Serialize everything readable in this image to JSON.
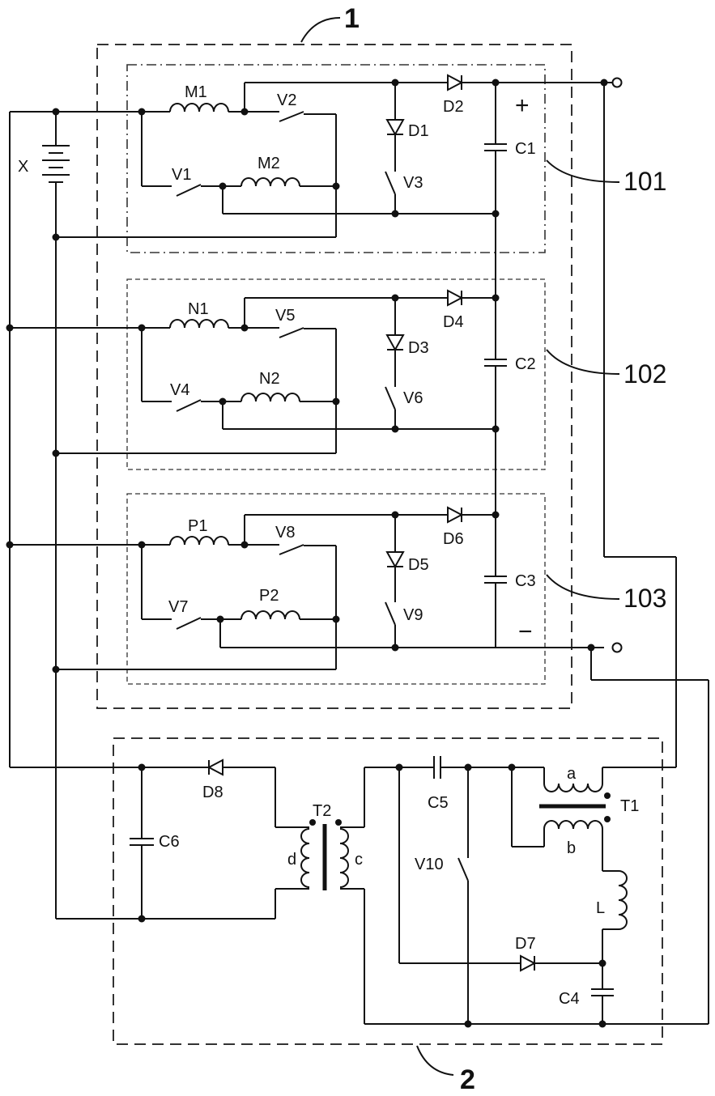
{
  "blocks": {
    "outer_top": "1",
    "outer_bottom": "2",
    "sub1": "101",
    "sub2": "102",
    "sub3": "103"
  },
  "labels": {
    "X": "X",
    "M1": "M1",
    "M2": "M2",
    "V1": "V1",
    "V2": "V2",
    "V3": "V3",
    "D1": "D1",
    "D2": "D2",
    "C1": "C1",
    "N1": "N1",
    "N2": "N2",
    "V4": "V4",
    "V5": "V5",
    "V6": "V6",
    "D3": "D3",
    "D4": "D4",
    "C2": "C2",
    "P1": "P1",
    "P2": "P2",
    "V7": "V7",
    "V8": "V8",
    "V9": "V9",
    "D5": "D5",
    "D6": "D6",
    "C3": "C3",
    "D8": "D8",
    "C6": "C6",
    "T2": "T2",
    "d": "d",
    "c": "c",
    "C5": "C5",
    "a": "a",
    "b": "b",
    "T1": "T1",
    "V10": "V10",
    "L": "L",
    "D7": "D7",
    "C4": "C4"
  },
  "polarity": {
    "plus": "+",
    "minus": "−"
  }
}
